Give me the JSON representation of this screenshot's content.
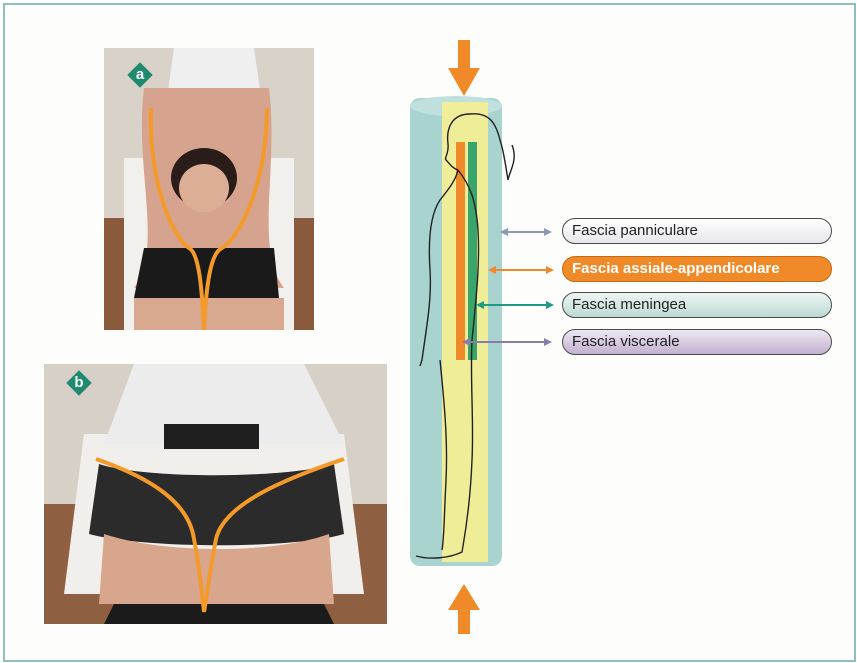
{
  "panels": [
    {
      "badge": "a"
    },
    {
      "badge": "b"
    }
  ],
  "legend": [
    {
      "text": "Fascia panniculare",
      "arrow_color": "#8a9bb0"
    },
    {
      "text": "Fascia assiale-appendicolare",
      "arrow_color": "#f08a28"
    },
    {
      "text": "Fascia meningea",
      "arrow_color": "#1f9a86"
    },
    {
      "text": "Fascia viscerale",
      "arrow_color": "#8a7ca8"
    }
  ],
  "colors": {
    "accent_orange": "#f08a28",
    "badge_green": "#1f8a6e",
    "frame": "#8fbfc0",
    "cylinder_outer": "#a9d3cf",
    "cylinder_inner": "#f3ee96"
  }
}
